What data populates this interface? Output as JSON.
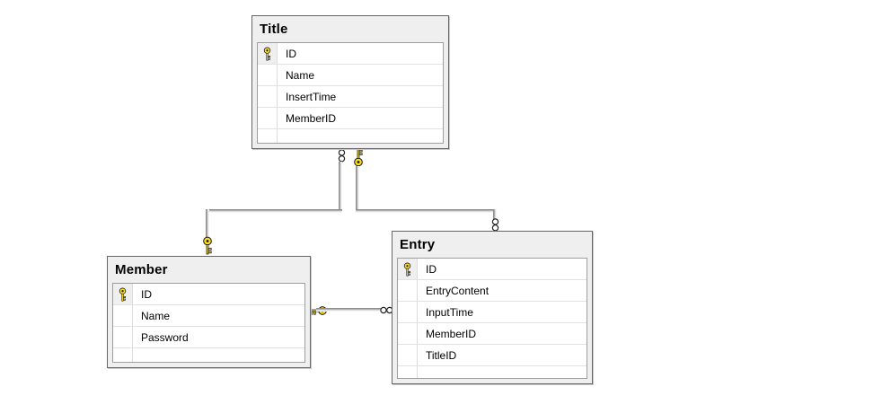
{
  "diagram_type": "database-entity-relationship",
  "colors": {
    "canvas_bg": "#FFFFFF",
    "table_bg": "#EFEFEF",
    "table_border": "#666666",
    "grid_border": "#9E9E9E",
    "row_separator": "#E2E2E2",
    "key_yellow": "#FFE11A",
    "line_dark": "#7F7F7F"
  },
  "icons": {
    "primary_key": "key-icon",
    "one_end": "key-icon",
    "many_end": "infinity-icon"
  },
  "tables": [
    {
      "name": "Title",
      "columns": [
        {
          "label": "ID",
          "primary_key": true
        },
        {
          "label": "Name",
          "primary_key": false
        },
        {
          "label": "InsertTime",
          "primary_key": false
        },
        {
          "label": "MemberID",
          "primary_key": false
        }
      ]
    },
    {
      "name": "Member",
      "columns": [
        {
          "label": "ID",
          "primary_key": true
        },
        {
          "label": "Name",
          "primary_key": false
        },
        {
          "label": "Password",
          "primary_key": false
        }
      ]
    },
    {
      "name": "Entry",
      "columns": [
        {
          "label": "ID",
          "primary_key": true
        },
        {
          "label": "EntryContent",
          "primary_key": false
        },
        {
          "label": "InputTime",
          "primary_key": false
        },
        {
          "label": "MemberID",
          "primary_key": false
        },
        {
          "label": "TitleID",
          "primary_key": false
        }
      ]
    }
  ],
  "relationships": [
    {
      "one_end_table": "Member",
      "many_end_table": "Title",
      "one_symbol": "key",
      "many_symbol": "infinity"
    },
    {
      "one_end_table": "Title",
      "many_end_table": "Entry",
      "one_symbol": "key",
      "many_symbol": "infinity"
    },
    {
      "one_end_table": "Member",
      "many_end_table": "Entry",
      "one_symbol": "key",
      "many_symbol": "infinity"
    }
  ]
}
